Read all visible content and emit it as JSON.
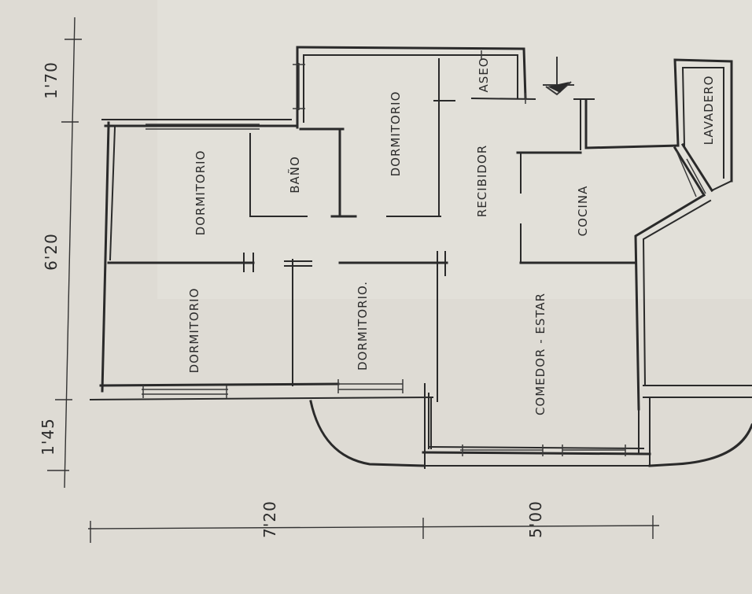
{
  "rooms": {
    "dormitorio_1": "DORMITORIO",
    "dormitorio_2": "DORMITORIO",
    "dormitorio_3": "DORMITORIO",
    "dormitorio_4": "DORMITORIO.",
    "bano": "BAÑO",
    "recibidor": "RECIBIDOR",
    "aseo": "ASEO",
    "cocina": "COCINA",
    "lavadero": "LAVADERO",
    "comedor_estar": "COMEDOR - ESTAR"
  },
  "dimensions": {
    "vertical_top": "1'70",
    "vertical_middle": "6'20",
    "vertical_bottom": "1'45",
    "horizontal_left": "7'20",
    "horizontal_right": "5'00"
  }
}
